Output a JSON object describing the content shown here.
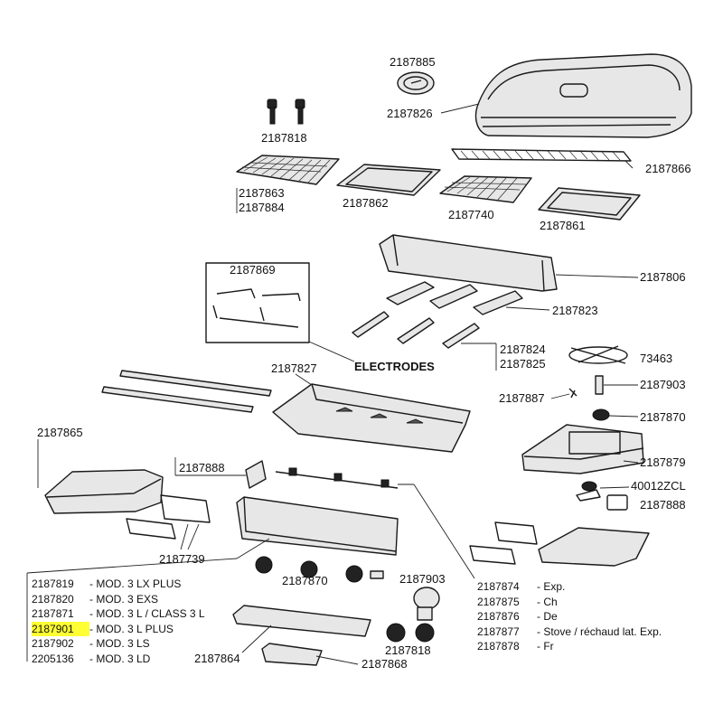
{
  "labels": {
    "hood_knob": "2187885",
    "hood": "2187826",
    "knob_screws": "2187818",
    "warming_rack": "2187866",
    "grill_grate_a": "2187863",
    "grill_grate_b": "2187884",
    "griddle_plate": "2187862",
    "grill_grate_c": "2187740",
    "drip_plate": "2187861",
    "heat_shield": "2187806",
    "electrode_kit": "2187869",
    "flame_tamers": "2187823",
    "burner_a": "2187824",
    "burner_b": "2187825",
    "electrodes": "ELECTRODES",
    "side_burner_grate": "73463",
    "firebox_rails": "2187827",
    "valve": "2187903",
    "electrode_single": "2187887",
    "side_knob": "2187870",
    "side_table_left": "2187865",
    "side_burner_table": "2187879",
    "bracket": "2187888",
    "igniter": "40012ZCL",
    "bracket_right": "2187888",
    "table_brackets": "2187739",
    "control_panel_knobs": "2187870",
    "control_panel_valve": "2187903",
    "drip_tray": "2187864",
    "knob_caps": "2187818",
    "grease_cup": "2187868"
  },
  "models": [
    {
      "code": "2187819",
      "name": "- MOD. 3 LX PLUS",
      "highlight": false
    },
    {
      "code": "2187820",
      "name": "- MOD. 3 EXS",
      "highlight": false
    },
    {
      "code": "2187871",
      "name": "- MOD. 3 L / CLASS 3 L",
      "highlight": false
    },
    {
      "code": "2187901",
      "name": "- MOD. 3 L PLUS",
      "highlight": true
    },
    {
      "code": "2187902",
      "name": "- MOD. 3 LS",
      "highlight": false
    },
    {
      "code": "2205136",
      "name": "- MOD. 3 LD",
      "highlight": false
    }
  ],
  "variants": [
    {
      "code": "2187874",
      "name": "- Exp."
    },
    {
      "code": "2187875",
      "name": "- Ch"
    },
    {
      "code": "2187876",
      "name": "- De"
    },
    {
      "code": "2187877",
      "name": "- Stove / réchaud lat. Exp."
    },
    {
      "code": "2187878",
      "name": "- Fr"
    }
  ],
  "colors": {
    "highlight": "#ffff33",
    "line": "#1a1a1a"
  }
}
